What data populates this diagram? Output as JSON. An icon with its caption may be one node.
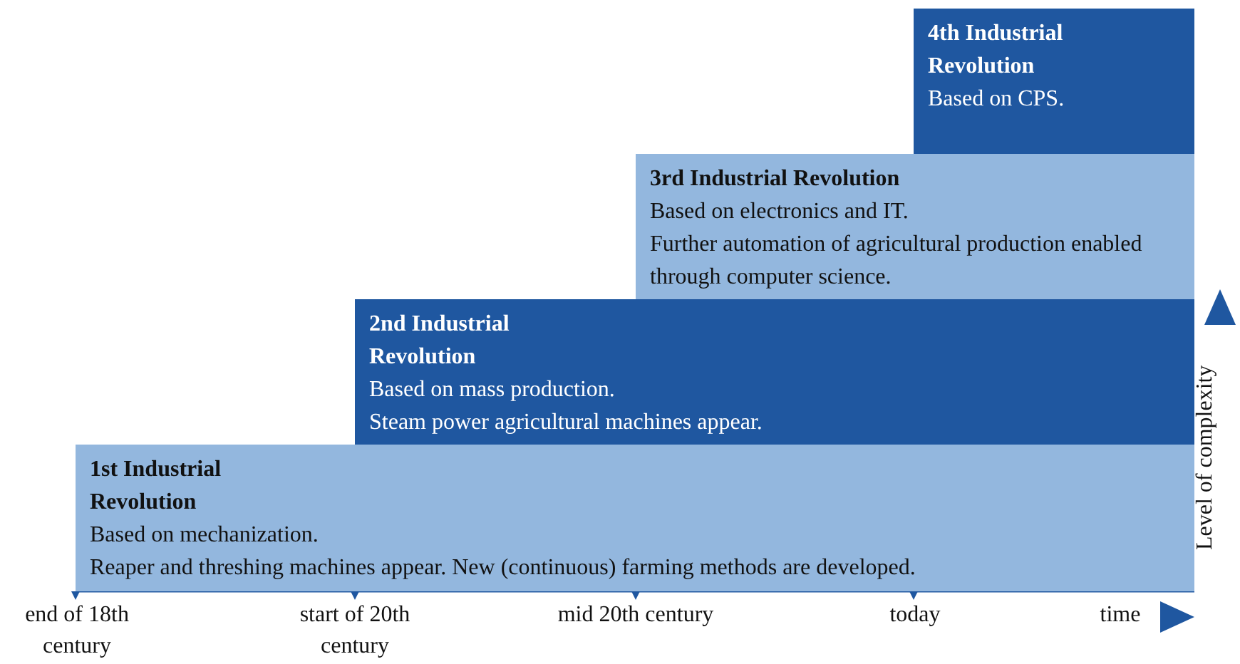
{
  "diagram": {
    "nodes": [
      {
        "text": [
          "4th Industrial Revolution",
          "Based on CPS."
        ]
      },
      {
        "text": [
          "3rd Industrial Revolution",
          "Based on electronics and IT.",
          "Further automation of agricultural production enabled through computer science."
        ]
      },
      {
        "text": [
          "2nd Industrial Revolution",
          "Based on mass production.",
          "Steam power agricultural machines appear."
        ]
      },
      {
        "text": [
          "1st Industrial Revolution",
          "Based on mechanization.",
          "Reaper and threshing machines appear. New (continuous) farming methods are developed."
        ]
      }
    ],
    "edges": [],
    "labels": [
      "Level of complexity",
      "end of 18th century",
      "start of 20th century",
      "mid 20th century",
      "today",
      "time"
    ]
  }
}
